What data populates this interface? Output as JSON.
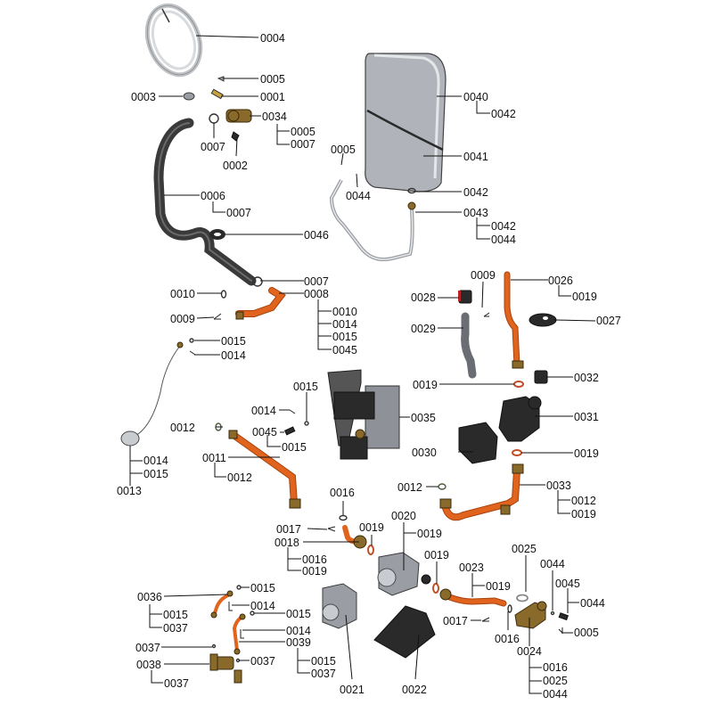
{
  "diagram": {
    "type": "exploded parts diagram",
    "colors": {
      "copper_pipe": "#e0641e",
      "brass_fitting": "#8a6a2a",
      "rubber": "#2a2a2a",
      "label_text": "#111111",
      "red_oring": "#c0502a"
    },
    "labels": [
      {
        "id": "l0004",
        "text": "0004"
      },
      {
        "id": "l0005a",
        "text": "0005"
      },
      {
        "id": "l0003",
        "text": "0003"
      },
      {
        "id": "l0001",
        "text": "0001"
      },
      {
        "id": "l0034",
        "text": "0034"
      },
      {
        "id": "l0034_0005",
        "text": "0005"
      },
      {
        "id": "l0034_0007",
        "text": "0007"
      },
      {
        "id": "l0007a",
        "text": "0007"
      },
      {
        "id": "l0002",
        "text": "0002"
      },
      {
        "id": "l0040",
        "text": "0040"
      },
      {
        "id": "l0040_0042",
        "text": "0042"
      },
      {
        "id": "l0041",
        "text": "0041"
      },
      {
        "id": "l0005b",
        "text": "0005"
      },
      {
        "id": "l0044a",
        "text": "0044"
      },
      {
        "id": "l0042",
        "text": "0042"
      },
      {
        "id": "l0043",
        "text": "0043"
      },
      {
        "id": "l0043_0042",
        "text": "0042"
      },
      {
        "id": "l0043_0044",
        "text": "0044"
      },
      {
        "id": "l0006",
        "text": "0006"
      },
      {
        "id": "l0006_0007",
        "text": "0007"
      },
      {
        "id": "l0046",
        "text": "0046"
      },
      {
        "id": "l0007b",
        "text": "0007"
      },
      {
        "id": "l0010",
        "text": "0010"
      },
      {
        "id": "l0008",
        "text": "0008"
      },
      {
        "id": "l0008_0010",
        "text": "0010"
      },
      {
        "id": "l0008_0014",
        "text": "0014"
      },
      {
        "id": "l0008_0015",
        "text": "0015"
      },
      {
        "id": "l0008_0045",
        "text": "0045"
      },
      {
        "id": "l0009a",
        "text": "0009"
      },
      {
        "id": "l0015a",
        "text": "0015"
      },
      {
        "id": "l0014a",
        "text": "0014"
      },
      {
        "id": "l0009b",
        "text": "0009"
      },
      {
        "id": "l0028",
        "text": "0028"
      },
      {
        "id": "l0026",
        "text": "0026"
      },
      {
        "id": "l0026_0019",
        "text": "0019"
      },
      {
        "id": "l0027",
        "text": "0027"
      },
      {
        "id": "l0029",
        "text": "0029"
      },
      {
        "id": "l0019a",
        "text": "0019"
      },
      {
        "id": "l0032",
        "text": "0032"
      },
      {
        "id": "l0015b",
        "text": "0015"
      },
      {
        "id": "l0014b",
        "text": "0014"
      },
      {
        "id": "l0035",
        "text": "0035"
      },
      {
        "id": "l0031",
        "text": "0031"
      },
      {
        "id": "l0012a",
        "text": "0012"
      },
      {
        "id": "l0045",
        "text": "0045"
      },
      {
        "id": "l0045_0015",
        "text": "0015"
      },
      {
        "id": "l0030",
        "text": "0030"
      },
      {
        "id": "l0019b",
        "text": "0019"
      },
      {
        "id": "l0014c",
        "text": "0014"
      },
      {
        "id": "l0015c",
        "text": "0015"
      },
      {
        "id": "l0013",
        "text": "0013"
      },
      {
        "id": "l0011",
        "text": "0011"
      },
      {
        "id": "l0011_0012",
        "text": "0012"
      },
      {
        "id": "l0012b",
        "text": "0012"
      },
      {
        "id": "l0033",
        "text": "0033"
      },
      {
        "id": "l0033_0012",
        "text": "0012"
      },
      {
        "id": "l0033_0019",
        "text": "0019"
      },
      {
        "id": "l0016a",
        "text": "0016"
      },
      {
        "id": "l0020",
        "text": "0020"
      },
      {
        "id": "l0017a",
        "text": "0017"
      },
      {
        "id": "l0019c",
        "text": "0019"
      },
      {
        "id": "l0020_0019",
        "text": "0019"
      },
      {
        "id": "l0018",
        "text": "0018"
      },
      {
        "id": "l0018_0016",
        "text": "0016"
      },
      {
        "id": "l0018_0019",
        "text": "0019"
      },
      {
        "id": "l0025",
        "text": "0025"
      },
      {
        "id": "l0019d",
        "text": "0019"
      },
      {
        "id": "l0023",
        "text": "0023"
      },
      {
        "id": "l0023_0019",
        "text": "0019"
      },
      {
        "id": "l0044b",
        "text": "0044"
      },
      {
        "id": "l0045b",
        "text": "0045"
      },
      {
        "id": "l0045b_0044",
        "text": "0044"
      },
      {
        "id": "l0017b",
        "text": "0017"
      },
      {
        "id": "l0016b",
        "text": "0016"
      },
      {
        "id": "l0005c",
        "text": "0005"
      },
      {
        "id": "l0024",
        "text": "0024"
      },
      {
        "id": "l0024_0016",
        "text": "0016"
      },
      {
        "id": "l0024_0025",
        "text": "0025"
      },
      {
        "id": "l0024_0044",
        "text": "0044"
      },
      {
        "id": "l0015d",
        "text": "0015"
      },
      {
        "id": "l0036",
        "text": "0036"
      },
      {
        "id": "l0014d",
        "text": "0014"
      },
      {
        "id": "l0036_0015",
        "text": "0015"
      },
      {
        "id": "l0015e",
        "text": "0015"
      },
      {
        "id": "l0036_0037",
        "text": "0037"
      },
      {
        "id": "l0014e",
        "text": "0014"
      },
      {
        "id": "l0039",
        "text": "0039"
      },
      {
        "id": "l0037a",
        "text": "0037"
      },
      {
        "id": "l0037b",
        "text": "0037"
      },
      {
        "id": "l0039_0015",
        "text": "0015"
      },
      {
        "id": "l0038",
        "text": "0038"
      },
      {
        "id": "l0039_0037",
        "text": "0037"
      },
      {
        "id": "l0038_0037",
        "text": "0037"
      },
      {
        "id": "l0021",
        "text": "0021"
      },
      {
        "id": "l0022",
        "text": "0022"
      }
    ]
  }
}
